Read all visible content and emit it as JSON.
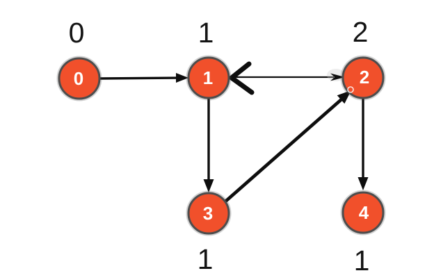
{
  "diagram": {
    "type": "directed-graph",
    "colors": {
      "background_color": "#ffffff",
      "node_fill_color": "#f1502b",
      "node_border_color": "#4d4d4d",
      "node_text_color": "#ffffff",
      "line_color": "#0e0e0e",
      "label_color": "#141414",
      "smudge_color": "#c9c9c9",
      "ring_color": "#ffffff"
    },
    "nodes": [
      {
        "id": "0",
        "label": "0",
        "count": "0",
        "count_position": "above"
      },
      {
        "id": "1",
        "label": "1",
        "count": "1",
        "count_position": "above"
      },
      {
        "id": "2",
        "label": "2",
        "count": "2",
        "count_position": "above"
      },
      {
        "id": "3",
        "label": "3",
        "count": "1",
        "count_position": "below"
      },
      {
        "id": "4",
        "label": "4",
        "count": "1",
        "count_position": "below"
      }
    ],
    "edges": [
      {
        "from": "0",
        "to": "1",
        "style": "arrow"
      },
      {
        "from": "1",
        "to": "2",
        "style": "thin-arrow"
      },
      {
        "from": "1",
        "to": "3",
        "style": "arrow"
      },
      {
        "from": "3",
        "to": "2",
        "style": "bold-arrow"
      },
      {
        "from": "2",
        "to": "4",
        "style": "arrow"
      }
    ],
    "annotations": [
      {
        "id": "hand-drawn-arrowhead",
        "meaning": "bold chevron arrowhead pointing into node 1 on the edge between node 1 and node 2"
      },
      {
        "id": "ring-marker",
        "meaning": "small cursor ring at lower-left edge of node 2"
      },
      {
        "id": "eraser-smudge",
        "meaning": "faint gray smudge over the line just left of node 2"
      }
    ]
  }
}
